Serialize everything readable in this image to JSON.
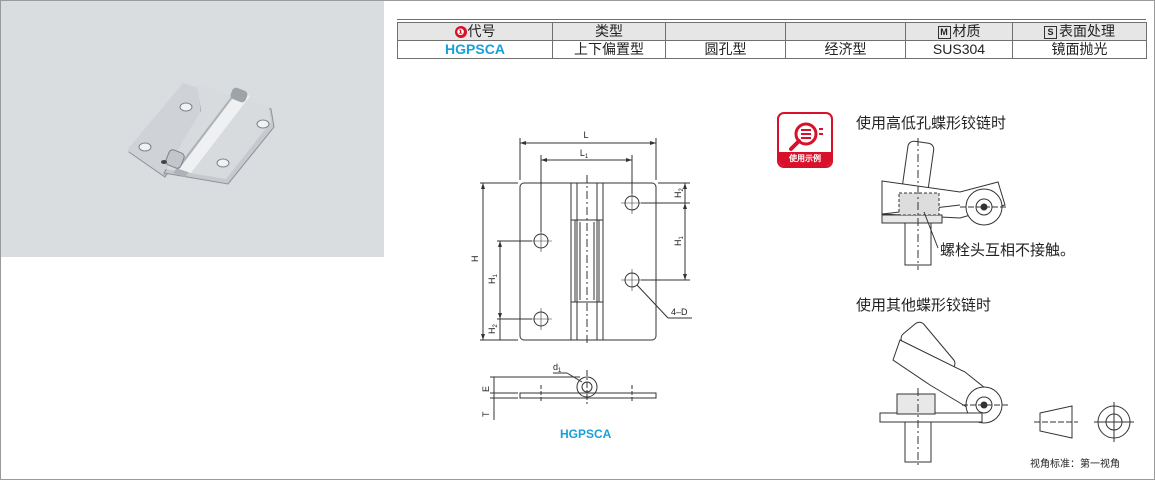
{
  "spec_table": {
    "headers": [
      "代号",
      "类型",
      "",
      "",
      "材质",
      "表面处理"
    ],
    "code_badge": "❶",
    "material_badge": "M",
    "surface_badge": "S",
    "row": [
      "HGPSCA",
      "上下偏置型",
      "圆孔型",
      "经济型",
      "SUS304",
      "镜面抛光"
    ]
  },
  "drawing": {
    "dims": {
      "L": "L",
      "L1": "L",
      "L1_sub": "1",
      "H": "H",
      "H1a": "H",
      "H1a_sub": "1",
      "H2a": "H",
      "H2a_sub": "2",
      "H1b": "H",
      "H1b_sub": "1",
      "H2b": "H",
      "H2b_sub": "2",
      "D": "4–D",
      "d1": "d",
      "d1_sub": "1",
      "E": "E",
      "T": "T"
    },
    "model_label": "HGPSCA"
  },
  "usage": {
    "badge_label": "使用示例",
    "title1": "使用高低孔蝶形铰链时",
    "note1": "螺栓头互相不接触。",
    "title2": "使用其他蝶形铰链时"
  },
  "view_label": "视角标准：第一视角",
  "colors": {
    "accent_blue": "#1aa0d8",
    "badge_red": "#d8102a",
    "photo_bg": "#dadde0"
  }
}
